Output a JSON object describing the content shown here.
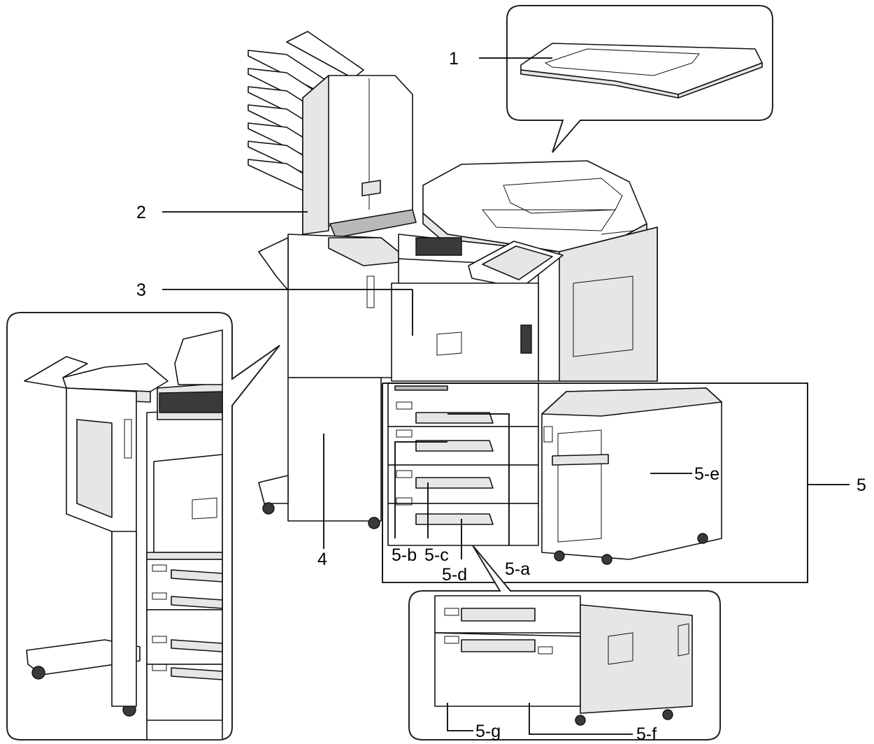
{
  "diagram": {
    "callouts": {
      "c1": "1",
      "c2": "2",
      "c3": "3",
      "c4": "4",
      "c5": "5",
      "c5a": "5-a",
      "c5b": "5-b",
      "c5c": "5-c",
      "c5d": "5-d",
      "c5e": "5-e",
      "c5f": "5-f",
      "c5g": "5-g"
    },
    "parts": {
      "original_cover": "original-cover-detail",
      "finisher": "document-finisher",
      "main_unit": "multifunction-printer",
      "mailbox": "mailbox-trays",
      "paper_feeders": "paper-feeder-group",
      "large_capacity_feeder": "side-large-capacity-feeder",
      "finisher_detail": "finisher-detail-view",
      "feeder_detail": "paper-feeder-detail-view"
    }
  }
}
